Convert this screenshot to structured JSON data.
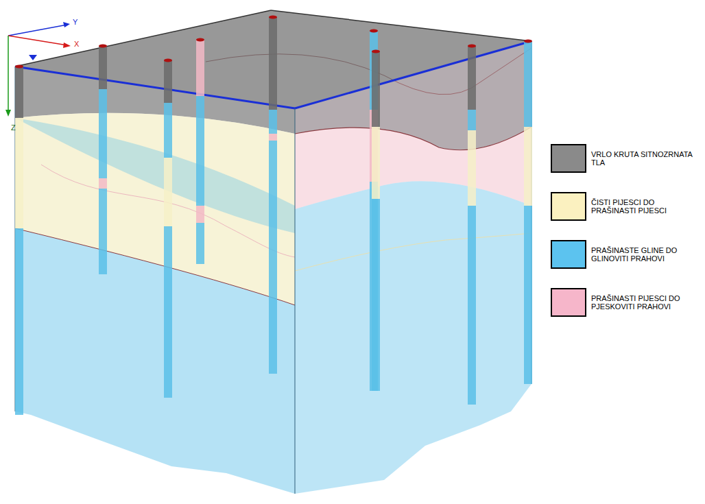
{
  "diagram": {
    "labels": [
      "Y",
      "X",
      "Z"
    ],
    "legend": [
      {
        "text": "VRLO KRUTA SITNOZRNATA TLA",
        "color": "#8a8a8a"
      },
      {
        "text": "ČISTI PIJESCI DO PRAŠINASTI PIJESCI",
        "color": "#fbf1c0"
      },
      {
        "text": "PRAŠINASTE GLINE DO GLINOVITI PRAHOVI",
        "color": "#5cc3ef"
      },
      {
        "text": "PRAŠINASTI PIJESCI DO PJESKOVITI PRAHOVI",
        "color": "#f6b6ca"
      }
    ]
  }
}
